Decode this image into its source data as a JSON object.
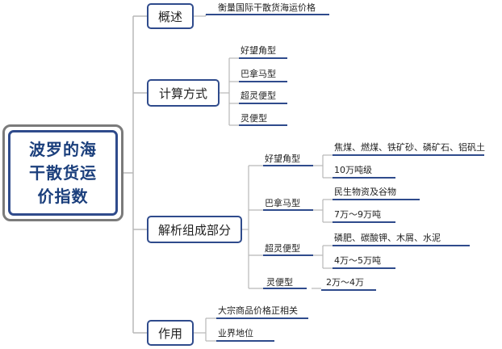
{
  "root": {
    "title": "波罗的海干散货运价指数"
  },
  "overview": {
    "label": "概述",
    "items": [
      "衡量国际干散货海运价格"
    ]
  },
  "calc": {
    "label": "计算方式",
    "items": [
      "好望角型",
      "巴拿马型",
      "超灵便型",
      "灵便型"
    ]
  },
  "analysis": {
    "label": "解析组成部分",
    "groups": [
      {
        "name": "好望角型",
        "cargo": "焦煤、燃煤、铁矿砂、磷矿石、铝矾土",
        "size": "10万吨级"
      },
      {
        "name": "巴拿马型",
        "cargo": "民生物资及谷物",
        "size": "7万～9万吨"
      },
      {
        "name": "超灵便型",
        "cargo": "磷肥、碳酸钾、木屑、水泥",
        "size": "4万～5万吨"
      },
      {
        "name": "灵便型",
        "size": "2万～4万"
      }
    ]
  },
  "usage": {
    "label": "作用",
    "items": [
      "大宗商品价格正相关",
      "业界地位"
    ]
  },
  "colors": {
    "line": "#2f4b8c",
    "connector": "#b8b8b8",
    "title": "#1b3f7c"
  }
}
